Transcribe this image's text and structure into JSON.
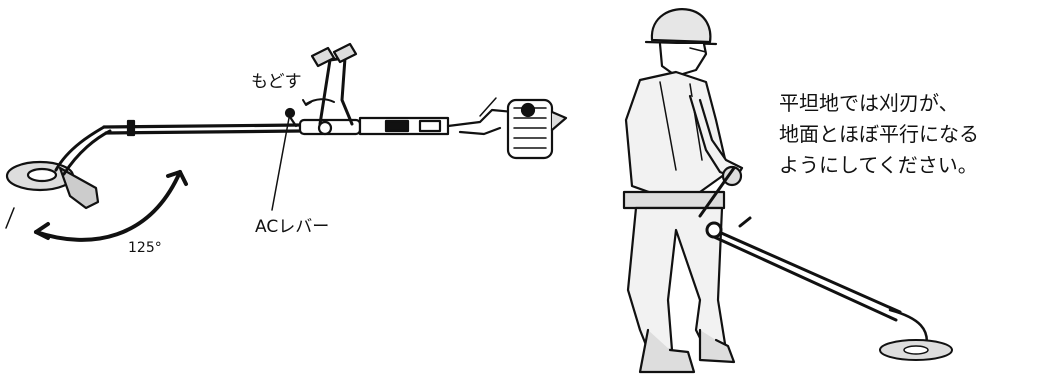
{
  "left_figure": {
    "return_label": "もどす",
    "lever_label": "ACレバー",
    "angle_label": "125°"
  },
  "right_figure": {
    "instruction_lines": [
      "平坦地では刈刃が、",
      "地面とほぼ平行になる",
      "ようにしてください。"
    ]
  }
}
